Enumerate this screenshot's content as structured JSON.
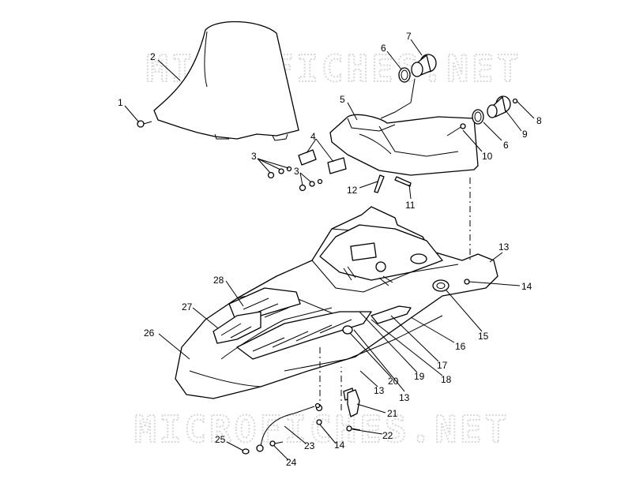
{
  "watermark": {
    "top": "MICROFICHES.NET",
    "bottom": "MICROFICHES.NET"
  },
  "callouts": [
    {
      "id": "c1",
      "label": "1"
    },
    {
      "id": "c2",
      "label": "2"
    },
    {
      "id": "c3a",
      "label": "3"
    },
    {
      "id": "c3b",
      "label": "3"
    },
    {
      "id": "c4",
      "label": "4"
    },
    {
      "id": "c5",
      "label": "5"
    },
    {
      "id": "c6a",
      "label": "6"
    },
    {
      "id": "c6b",
      "label": "6"
    },
    {
      "id": "c7",
      "label": "7"
    },
    {
      "id": "c8",
      "label": "8"
    },
    {
      "id": "c9",
      "label": "9"
    },
    {
      "id": "c10",
      "label": "10"
    },
    {
      "id": "c11",
      "label": "11"
    },
    {
      "id": "c12",
      "label": "12"
    },
    {
      "id": "c13a",
      "label": "13"
    },
    {
      "id": "c13b",
      "label": "13"
    },
    {
      "id": "c13c",
      "label": "13"
    },
    {
      "id": "c14a",
      "label": "14"
    },
    {
      "id": "c14b",
      "label": "14"
    },
    {
      "id": "c15",
      "label": "15"
    },
    {
      "id": "c16",
      "label": "16"
    },
    {
      "id": "c17",
      "label": "17"
    },
    {
      "id": "c18",
      "label": "18"
    },
    {
      "id": "c19",
      "label": "19"
    },
    {
      "id": "c20",
      "label": "20"
    },
    {
      "id": "c21",
      "label": "21"
    },
    {
      "id": "c22",
      "label": "22"
    },
    {
      "id": "c23",
      "label": "23"
    },
    {
      "id": "c24",
      "label": "24"
    },
    {
      "id": "c25",
      "label": "25"
    },
    {
      "id": "c26",
      "label": "26"
    },
    {
      "id": "c27",
      "label": "27"
    },
    {
      "id": "c28",
      "label": "28"
    }
  ]
}
